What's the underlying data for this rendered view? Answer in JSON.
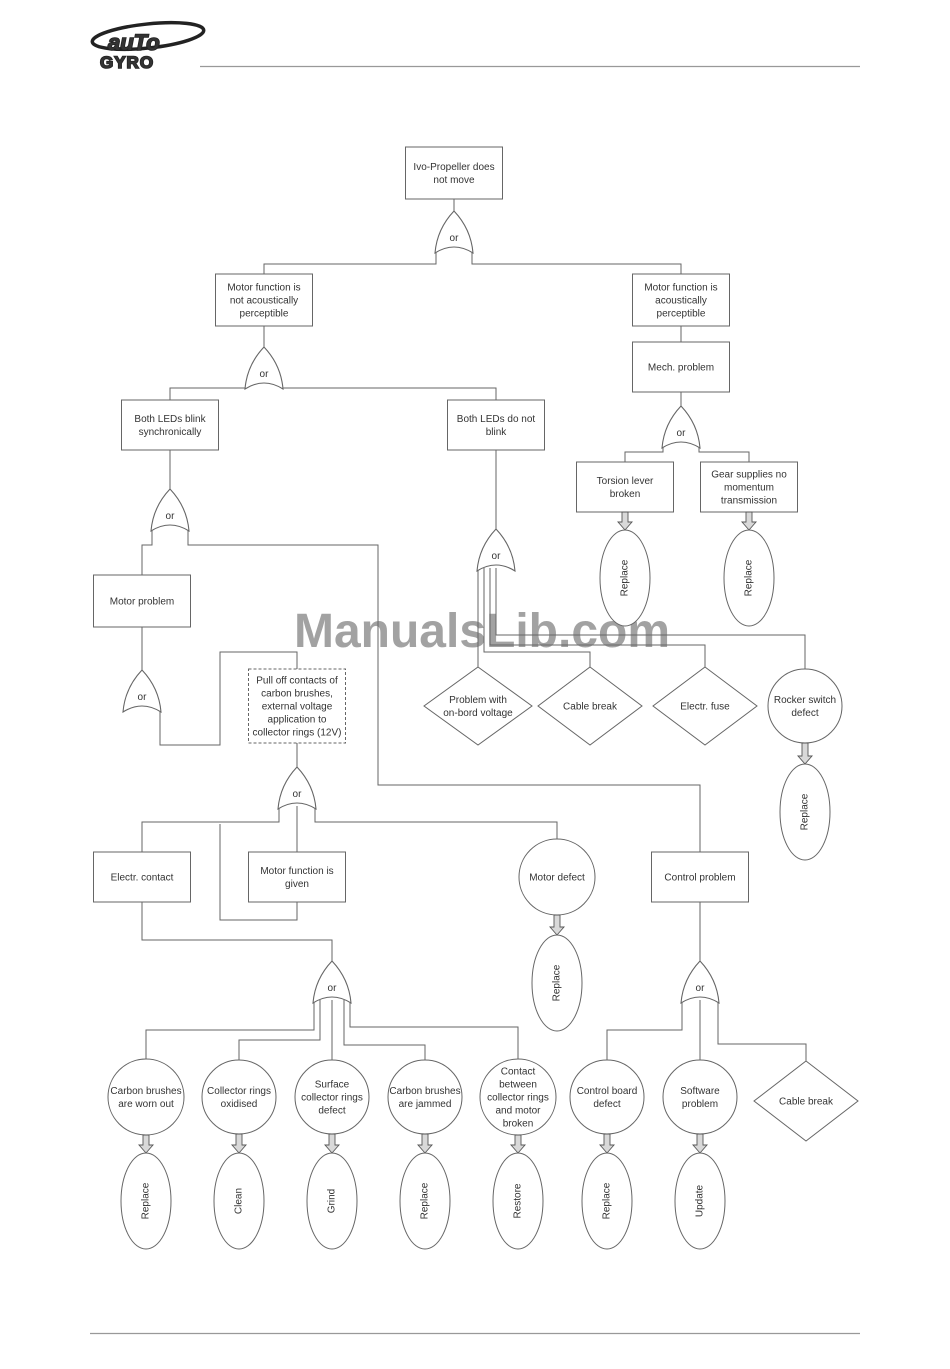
{
  "header": {
    "logo_top": "auTo",
    "logo_bottom": "GYRO"
  },
  "watermark": "ManualsLib.com",
  "gate_label": "or",
  "nodes": {
    "root": [
      "Ivo-Propeller does",
      "not move"
    ],
    "not_acoustic": [
      "Motor function is",
      "not acoustically",
      "perceptible"
    ],
    "acoustic": [
      "Motor function is",
      "acoustically",
      "perceptible"
    ],
    "mech": [
      "Mech. problem"
    ],
    "torsion": [
      "Torsion lever",
      "broken"
    ],
    "gear": [
      "Gear supplies no",
      "momentum",
      "transmission"
    ],
    "leds_sync": [
      "Both LEDs blink",
      "synchronically"
    ],
    "leds_not": [
      "Both LEDs do not",
      "blink"
    ],
    "motor_problem": [
      "Motor problem"
    ],
    "pull_off": [
      "Pull off contacts of",
      "carbon brushes,",
      "external voltage",
      "application to",
      "collector rings (12V)"
    ],
    "motor_given": [
      "Motor function is",
      "given"
    ],
    "electr_contact": [
      "Electr. contact"
    ],
    "onboard": [
      "Problem with",
      "on-bord voltage"
    ],
    "cable1": [
      "Cable break"
    ],
    "fuse": [
      "Electr. fuse"
    ],
    "rocker": [
      "Rocker switch",
      "defect"
    ],
    "motor_defect": [
      "Motor defect"
    ],
    "control": [
      "Control problem"
    ],
    "cb_worn": [
      "Carbon brushes",
      "are worn out"
    ],
    "cr_ox": [
      "Collector rings",
      "oxidised"
    ],
    "surf": [
      "Surface",
      "collector rings",
      "defect"
    ],
    "cb_jam": [
      "Carbon brushes",
      "are jammed"
    ],
    "contact_between": [
      "Contact",
      "between",
      "collector rings",
      "and motor",
      "broken"
    ],
    "cboard": [
      "Control board",
      "defect"
    ],
    "software": [
      "Software",
      "problem"
    ],
    "cable2": [
      "Cable break"
    ]
  },
  "actions": {
    "torsion": "Replace",
    "gear": "Replace",
    "rocker": "Replace",
    "motor_defect": "Replace",
    "cb_worn": "Replace",
    "cr_ox": "Clean",
    "surf": "Grind",
    "cb_jam": "Replace",
    "contact_between": "Restore",
    "cboard": "Replace",
    "software": "Update"
  }
}
